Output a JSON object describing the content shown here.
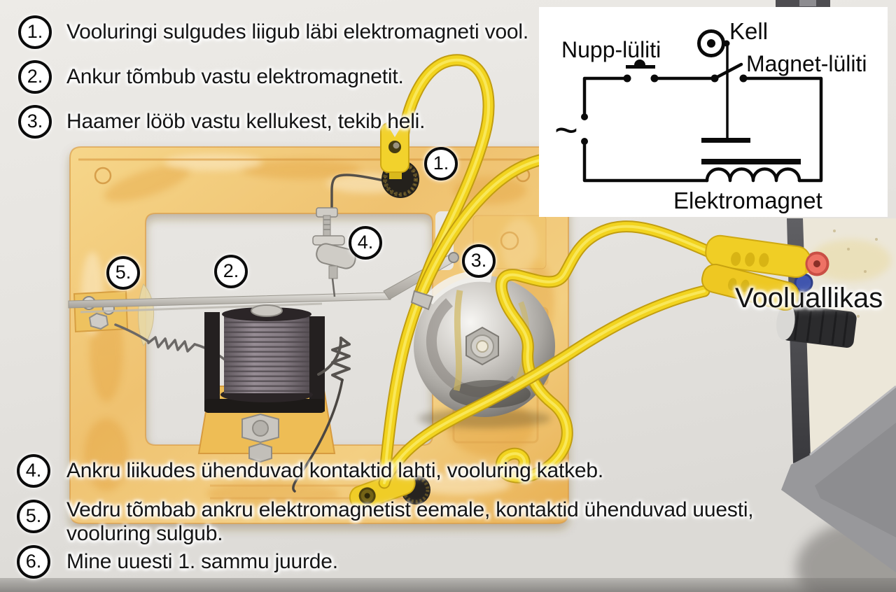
{
  "steps": [
    {
      "label": "1.",
      "text": "Vooluringi sulgudes liigub läbi elektromagneti vool."
    },
    {
      "label": "2.",
      "text": "Ankur tõmbub vastu elektromagnetit."
    },
    {
      "label": "3.",
      "text": "Haamer lööb vastu kellukest, tekib heli."
    },
    {
      "label": "4.",
      "text": "Ankru liikudes ühenduvad kontaktid lahti, vooluring katkeb."
    },
    {
      "label": "5.",
      "line1": "Vedru tõmbab ankru elektromagnetist eemale, kontaktid ühenduvad uuesti,",
      "line2": "vooluring sulgub."
    },
    {
      "label": "6.",
      "text": "Mine uuesti 1. sammu juurde."
    }
  ],
  "schematic": {
    "labels": {
      "button_switch": "Nupp-lüliti",
      "bell": "Kell",
      "magnet_switch": "Magnet-lüliti",
      "electromagnet": "Elektromagnet",
      "ac_source": "~"
    }
  },
  "photo": {
    "power_source_label": "Vooluallikas",
    "markers": [
      {
        "label": "1."
      },
      {
        "label": "2."
      },
      {
        "label": "3."
      },
      {
        "label": "4."
      },
      {
        "label": "5."
      }
    ]
  },
  "colors": {
    "background": "#e8e6e2",
    "wire_yellow": "#f2d41f",
    "frame_plastic": "#f0c470",
    "bell_chrome": "#b5b2ad",
    "schematic_ink": "#0a0a0a",
    "text": "#151515"
  }
}
